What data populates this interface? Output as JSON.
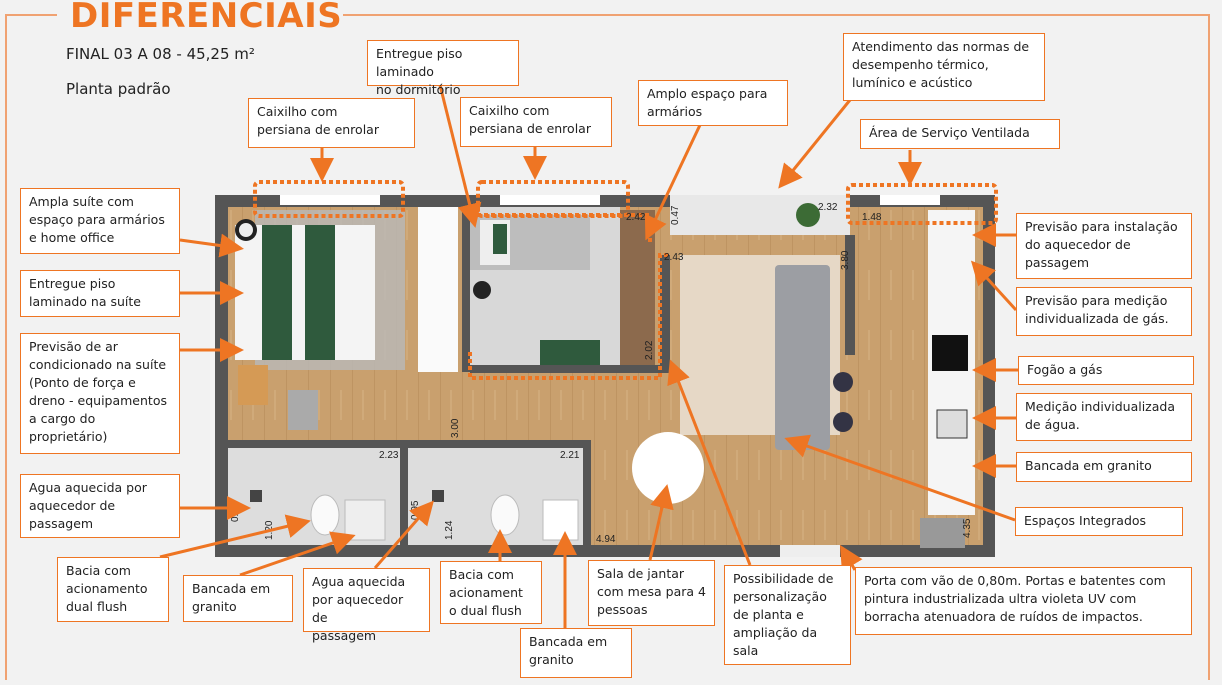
{
  "header": {
    "title": "DIFERENCIAIS",
    "unit": "FINAL 03 A 08 - 45,25 m²",
    "plan_type": "Planta padrão"
  },
  "callouts": {
    "piso_dormitorio": "Entregue piso laminado\nno dormitório",
    "normas": "Atendimento das normas de\ndesempenho térmico,\nlumínico e acústico",
    "caixilho_suite": "Caixilho com\npersiana de enrolar",
    "caixilho_dormitorio": "Caixilho com\npersiana de enrolar",
    "armarios": "Amplo espaço para\narmários",
    "servico": "Área de Serviço Ventilada",
    "suite": "Ampla suíte com\nespaço para armários\ne home office",
    "piso_suite": "Entregue piso\nlaminado na suíte",
    "ar_condicionado": "Previsão de ar\ncondicionado na suíte\n(Ponto de força e\ndreno - equipamentos\na cargo do\nproprietário)",
    "agua_1": "Agua aquecida por\naquecedor de\npassagem",
    "bacia_1": "Bacia com\nacionamento\ndual flush",
    "bancada_1": "Bancada em\ngranito",
    "agua_2": "Agua aquecida\npor aquecedor de\npassagem",
    "bacia_2": "Bacia com\nacionament\no dual flush",
    "bancada_2": "Bancada em\ngranito",
    "jantar": "Sala de jantar\ncom mesa para 4\npessoas",
    "personalizacao": "Possibilidade de\npersonalização\nde planta e\nampliação da\nsala",
    "porta": "Porta com vão de 0,80m. Portas e batentes com\npintura industrializada ultra violeta UV com\nborracha atenuadora de ruídos de impactos.",
    "aquecedor": "Previsão para instalação\ndo aquecedor de\npassagem",
    "gas": "Previsão para medição\nindividualizada de gás.",
    "fogao": "Fogão a gás",
    "agua_medicao": "Medição individualizada\nde água.",
    "bancada_cozinha": "Bancada em granito",
    "integrados": "Espaços Integrados"
  },
  "dimensions": {
    "d242": "2.42",
    "d047": "0.47",
    "d232": "2.32",
    "d148": "1.48",
    "d243": "2.43",
    "d380": "3.80",
    "d202": "2.02",
    "d300": "3.00",
    "d223": "2.23",
    "d221": "2.21",
    "d097": "0.97",
    "d120": "1.20",
    "d095": "0.95",
    "d124": "1.24",
    "d494": "4.94",
    "d435": "4.35"
  },
  "colors": {
    "accent": "#ee7523",
    "wall": "#555555",
    "wood": "#c9a06e"
  }
}
